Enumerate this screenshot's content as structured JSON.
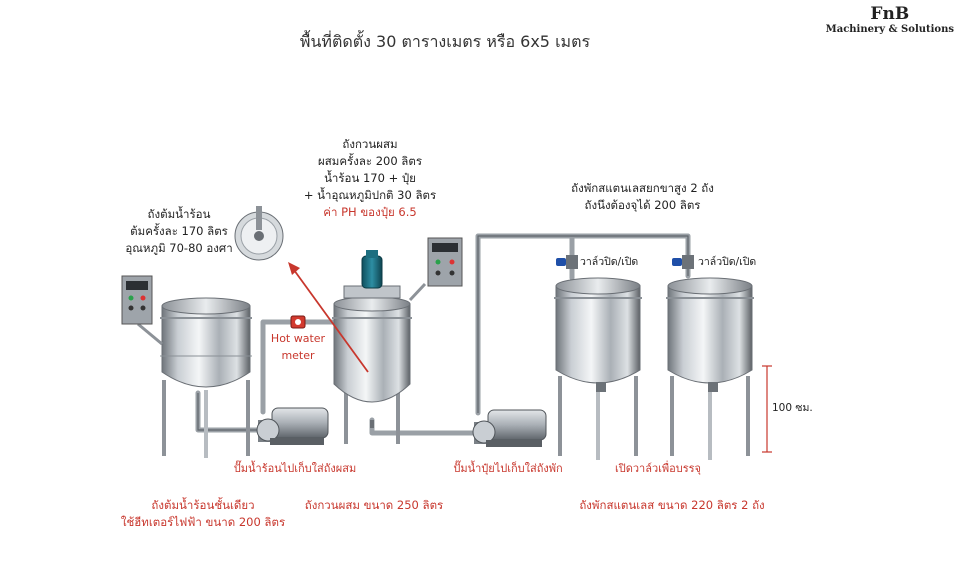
{
  "header": {
    "title": "พื้นที่ติดตั้ง 30 ตารางเมตร หรือ 6x5 เมตร",
    "brand_name": "FnB",
    "brand_tagline": "Machinery & Solutions"
  },
  "hot_water_tank": {
    "lines": [
      "ถังต้มน้ำร้อน",
      "ต้มครั้งละ 170 ลิตร",
      "อุณหภูมิ 70-80 องศา"
    ],
    "caption": [
      "ถังต้มน้ำร้อนชั้นเดียว",
      "ใช้ฮีทเตอร์ไฟฟ้า ขนาด 200 ลิตร"
    ]
  },
  "mixing_tank": {
    "lines": [
      "ถังกวนผสม",
      "ผสมครั้งละ 200 ลิตร",
      "น้ำร้อน 170 + ปุ๋ย",
      "+ น้ำอุณหภูมิปกติ 30 ลิตร"
    ],
    "ph_note": "ค่า PH ของปุ๋ย 6.5",
    "caption": "ถังกวนผสม ขนาด 250 ลิตร"
  },
  "meter": {
    "line1": "Hot water",
    "line2": "meter"
  },
  "pumps": {
    "hot_water_pump": "ปั๊มน้ำร้อนไปเก็บใส่ถังผสม",
    "fertilizer_pump": "ปั๊มน้ำปุ๋ยไปเก็บใส่ถังพัก"
  },
  "storage_tanks": {
    "lines": [
      "ถังพักสแตนเลสยกขาสูง 2 ถัง",
      "ถังนึงต้องจุได้ 200 ลิตร"
    ],
    "valve_label_1": "วาล์วปิด/เปิด",
    "valve_label_2": "วาล์วปิด/เปิด",
    "fill_note": "เปิดวาล์วเพื่อบรรจุ",
    "height_label": "100 ซม.",
    "caption": "ถังพักสแตนเลส ขนาด 220 ลิตร 2 ถัง"
  },
  "colors": {
    "accent_red": "#c8372d",
    "pipe": "#9aa0a6",
    "valve_blue": "#1f4fa8"
  }
}
